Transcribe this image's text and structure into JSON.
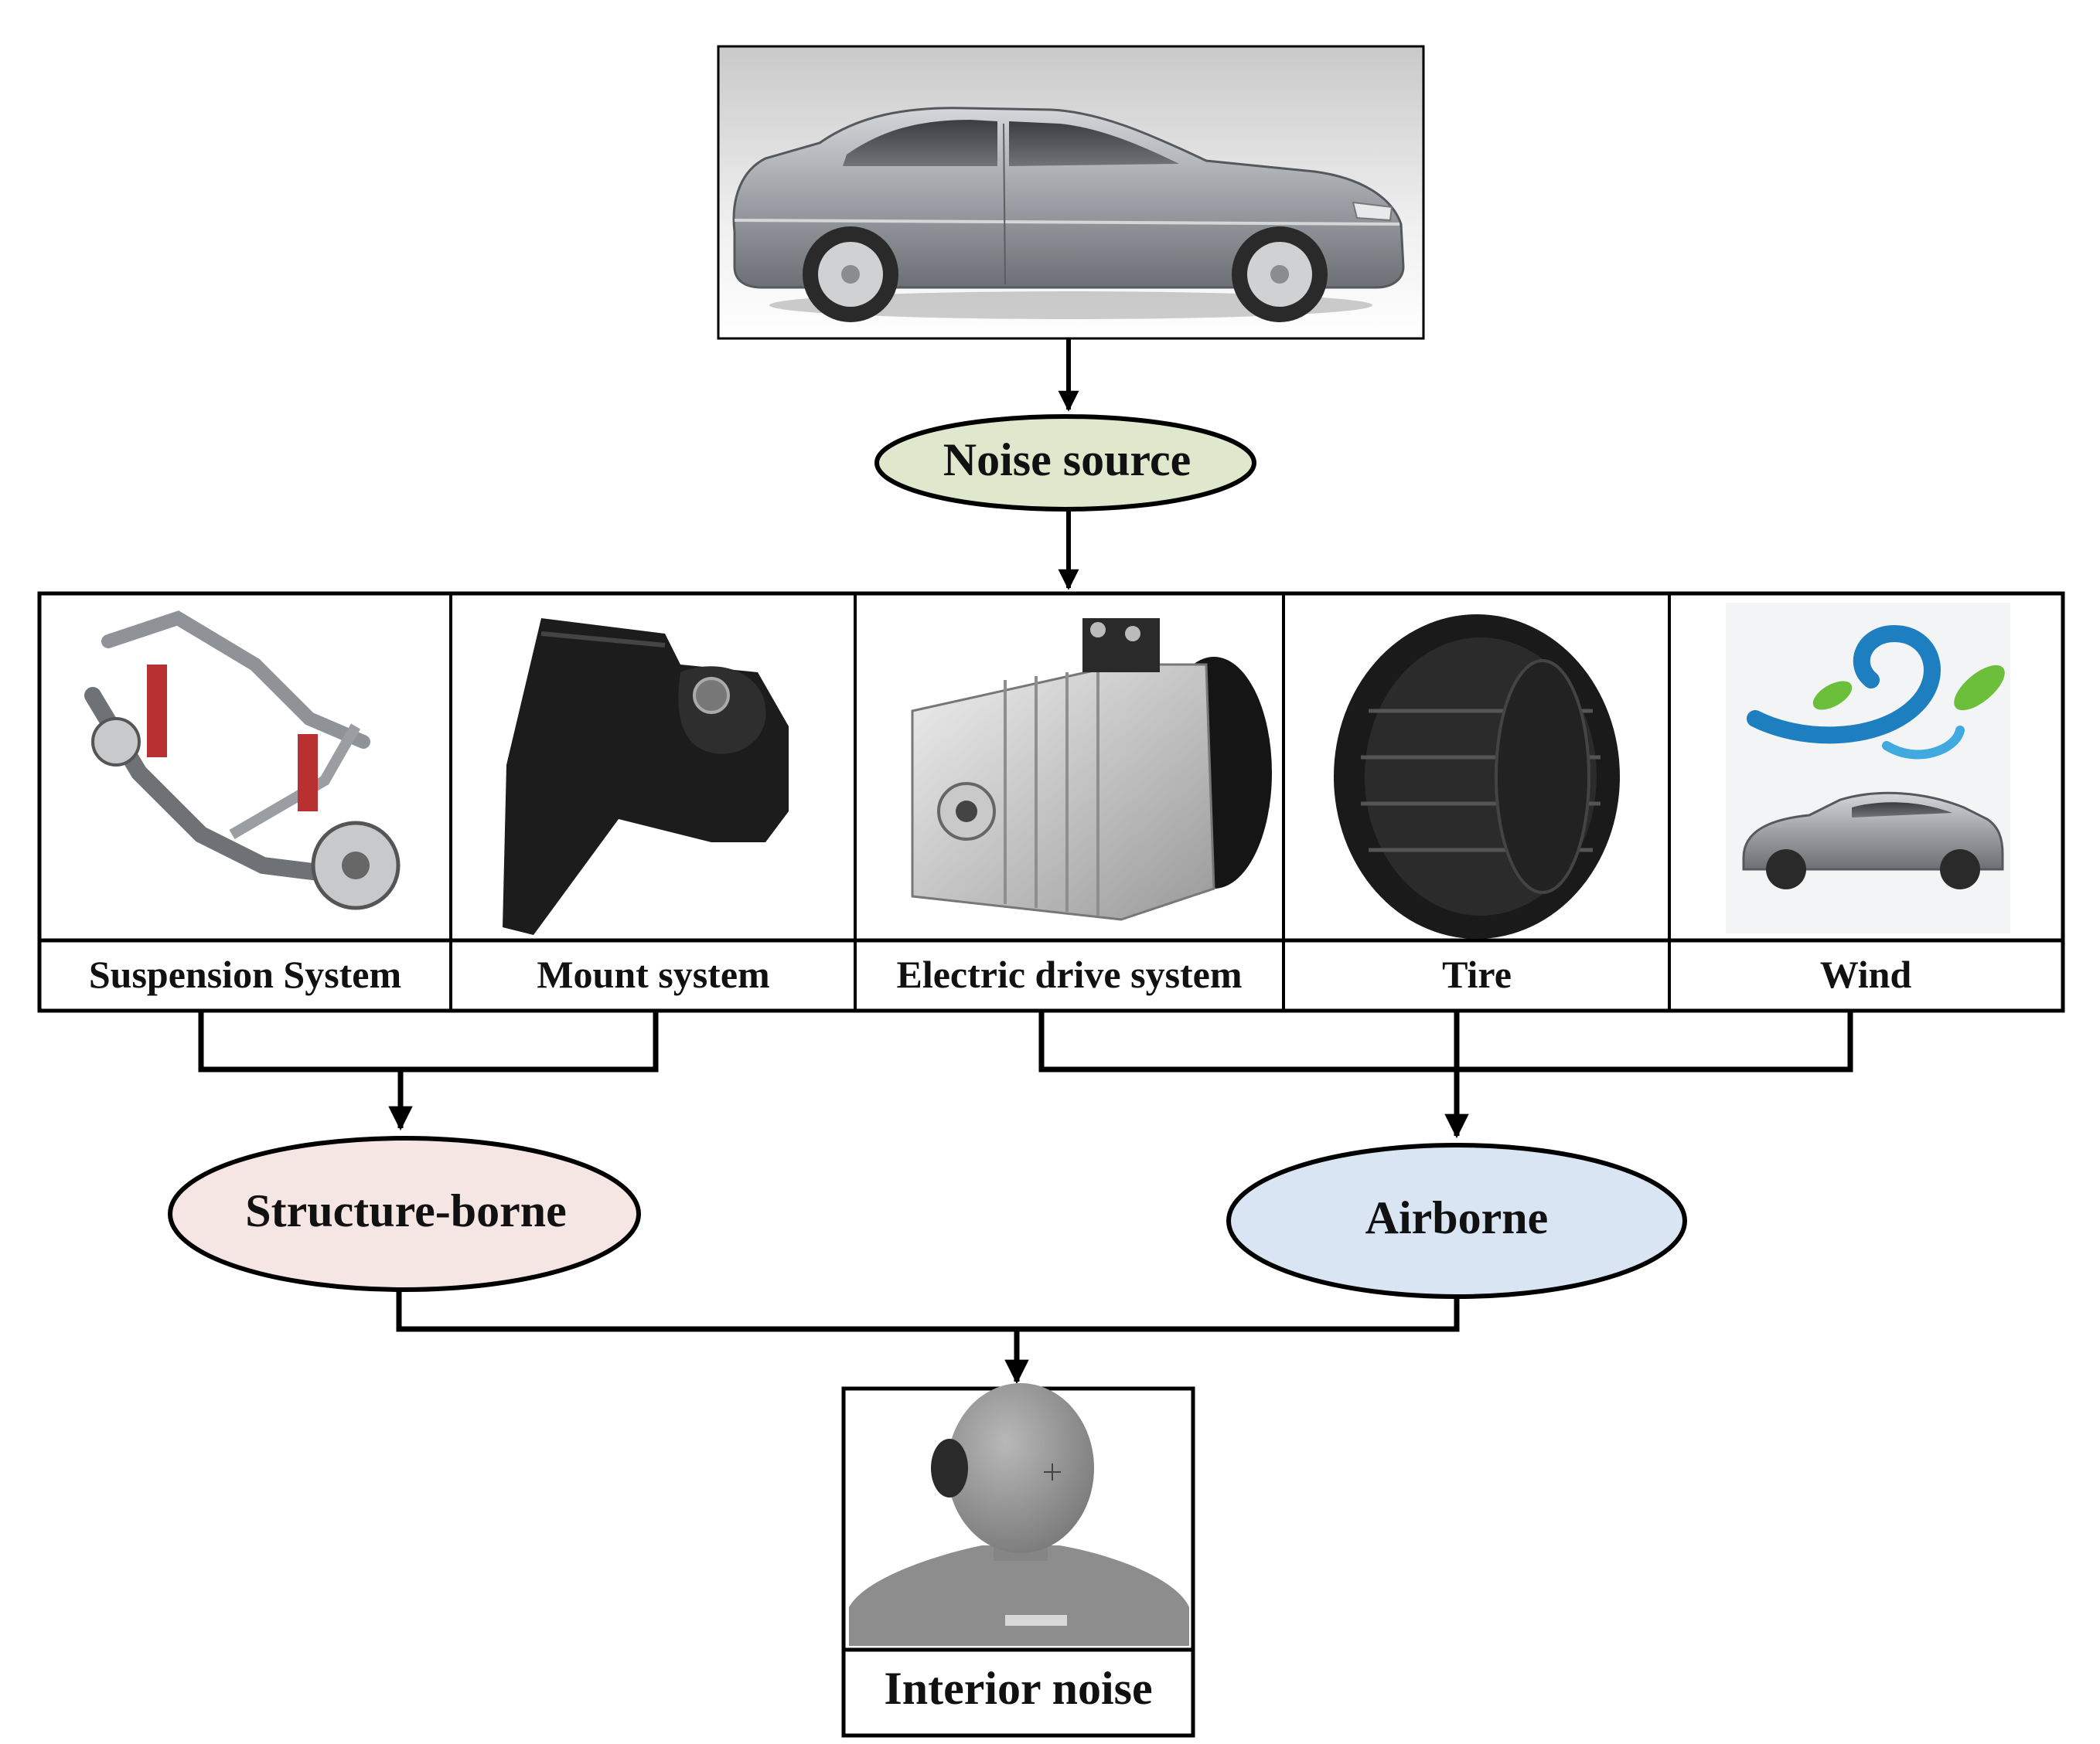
{
  "colors": {
    "stroke": "#000000",
    "noise_source_fill": "#dfe8cc",
    "structure_borne_fill": "#f5e6e3",
    "airborne_fill": "#d9e5f3"
  },
  "top": {
    "image_icon": "silver-sedan-car-photo"
  },
  "noise_source": {
    "label": "Noise source"
  },
  "sources": [
    {
      "label": "Suspension System",
      "icon": "suspension-assembly-photo"
    },
    {
      "label": "Mount system",
      "icon": "engine-mount-photo"
    },
    {
      "label": "Electric drive system",
      "icon": "electric-motor-photo"
    },
    {
      "label": "Tire",
      "icon": "tire-photo"
    },
    {
      "label": "Wind",
      "icon": "wind-swirl-and-car-photo"
    }
  ],
  "paths": {
    "structure_borne": {
      "label": "Structure-borne"
    },
    "airborne": {
      "label": "Airborne"
    }
  },
  "result": {
    "label": "Interior noise",
    "icon": "head-and-torso-simulator-photo"
  }
}
